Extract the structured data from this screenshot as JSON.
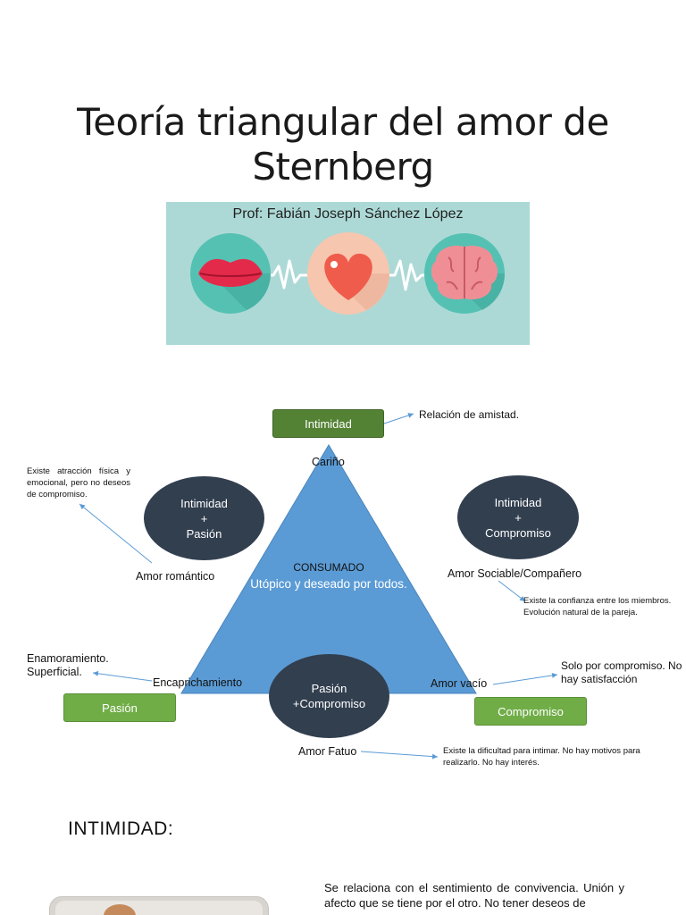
{
  "title_line1": "Teoría triangular del amor de",
  "title_line2": "Sternberg",
  "banner": {
    "author": "Prof: Fabián Joseph Sánchez López",
    "colors": {
      "background": "#acd9d6",
      "circle_teal": "#55c1b3",
      "circle_peach": "#f7c6ae",
      "heart": "#ef5c4b",
      "lips": "#e42a4a",
      "brain": "#ef8f95"
    },
    "icons": [
      "lips-icon",
      "heart-icon",
      "brain-icon",
      "heartbeat-line-icon"
    ]
  },
  "diagram": {
    "top_box": "Intimidad",
    "left_box": "Pasión",
    "right_box": "Compromiso",
    "apex_label": "Cariño",
    "center_title": "CONSUMADO",
    "center_subtitle": "Utópico y deseado por todos.",
    "oval_left": {
      "line1": "Intimidad",
      "line2": "+",
      "line3": "Pasión"
    },
    "oval_right": {
      "line1": "Intimidad",
      "line2": "+",
      "line3": "Compromiso"
    },
    "oval_bottom": {
      "line1": "Pasión",
      "line2": "+Compromiso"
    },
    "label_romantico": "Amor romántico",
    "label_sociable": "Amor Sociable/Compañero",
    "label_encaprichamiento": "Encaprichamiento",
    "label_vacio": "Amor vacío",
    "label_fatuo": "Amor Fatuo",
    "note_amistad": "Relación de amistad.",
    "note_romantico": "Existe atracción física y emocional, pero no deseos de compromiso.",
    "note_sociable_1": "Existe la confianza entre los miembros.",
    "note_sociable_2": "Evolución natural de la pareja.",
    "note_enamoramiento_1": "Enamoramiento.",
    "note_enamoramiento_2": "Superficial.",
    "note_vacio": "Solo por compromiso. No hay satisfacción",
    "note_fatuo": "Existe la dificultad para intimar. No hay motivos para realizarlo. No hay interés.",
    "colors": {
      "triangle": "#5b9bd5",
      "oval": "#323f4f",
      "box_dark": "#548235",
      "box_light": "#70ad47",
      "arrow": "#5b9bd5"
    }
  },
  "section_heading": "INTIMIDAD:",
  "body_text": "Se relaciona con el sentimiento de convivencia. Unión y afecto que se tiene por el otro. No tener deseos de"
}
